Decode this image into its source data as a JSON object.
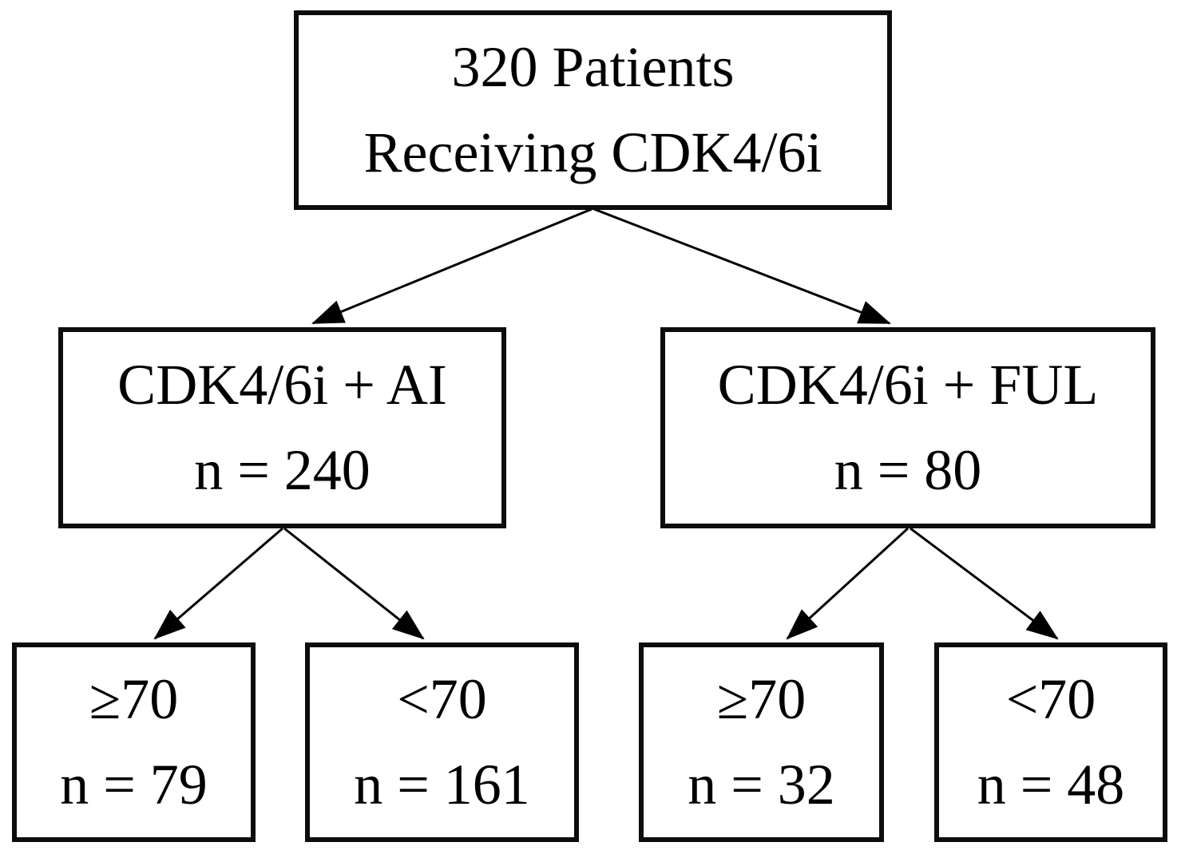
{
  "flowchart": {
    "background_color": "#ffffff",
    "line_color": "#000000",
    "text_color": "#000000",
    "nodes": {
      "root": {
        "line1": "320 Patients",
        "line2": "Receiving CDK4/6i"
      },
      "cdk_ai": {
        "line1": "CDK4/6i + AI",
        "line2": "n = 240"
      },
      "cdk_ful": {
        "line1": "CDK4/6i + FUL",
        "line2": "n = 80"
      },
      "ai_ge70": {
        "line1": "≥70",
        "line2": "n = 79"
      },
      "ai_lt70": {
        "line1": "<70",
        "line2": "n = 161"
      },
      "ful_ge70": {
        "line1": "≥70",
        "line2": "n = 32"
      },
      "ful_lt70": {
        "line1": "<70",
        "line2": "n = 48"
      }
    },
    "edges": [
      {
        "from": "root",
        "to": "cdk_ai"
      },
      {
        "from": "root",
        "to": "cdk_ful"
      },
      {
        "from": "cdk_ai",
        "to": "ai_ge70"
      },
      {
        "from": "cdk_ai",
        "to": "ai_lt70"
      },
      {
        "from": "cdk_ful",
        "to": "ful_ge70"
      },
      {
        "from": "cdk_ful",
        "to": "ful_lt70"
      }
    ]
  }
}
